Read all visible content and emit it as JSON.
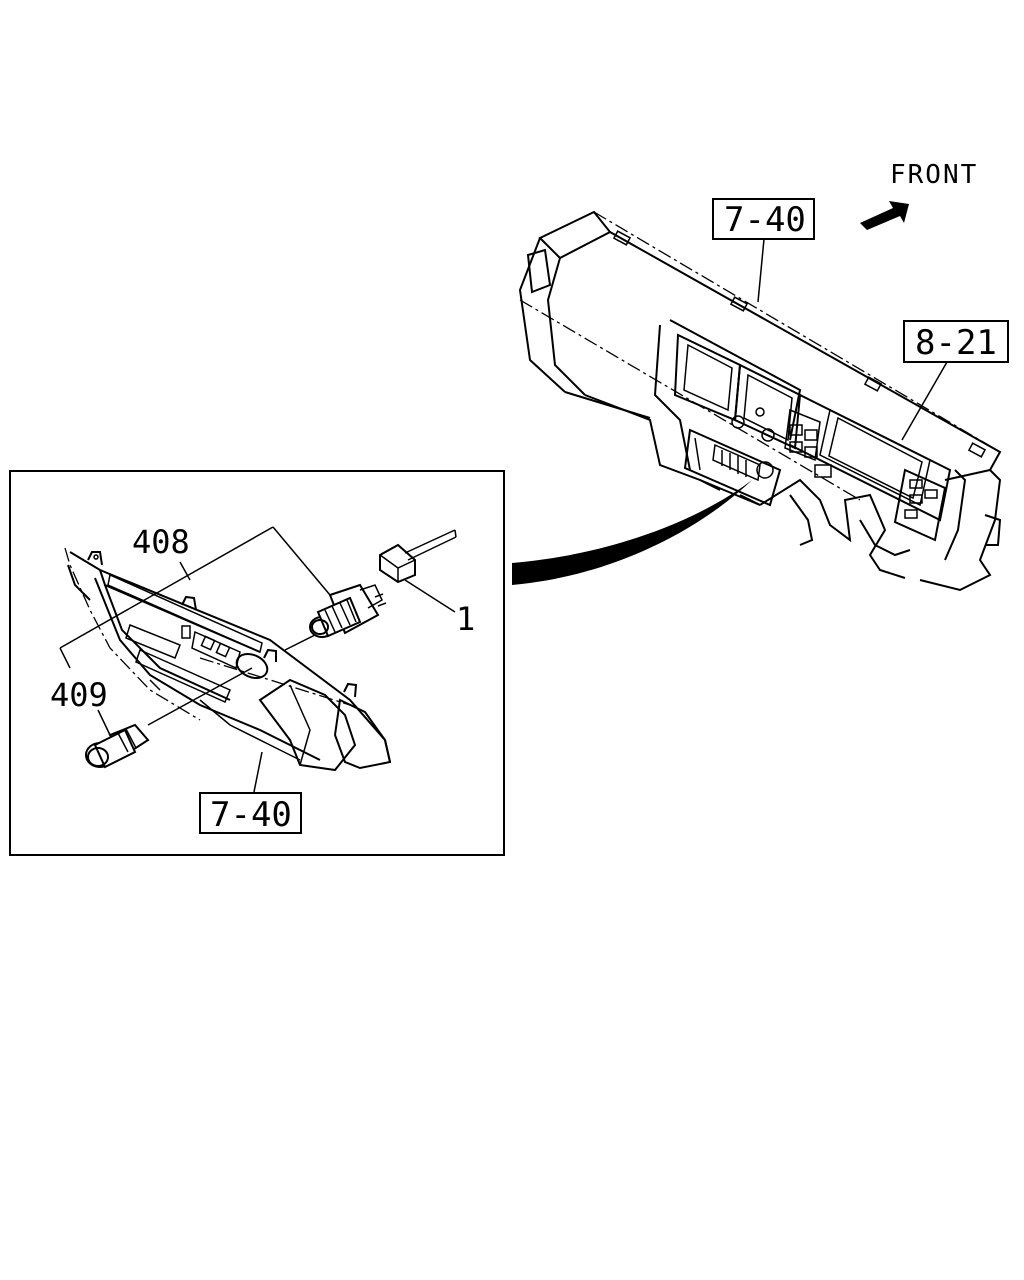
{
  "labels": {
    "front": "FRONT",
    "ref_top": "7-40",
    "ref_right": "8-21",
    "ref_bottom": "7-40",
    "part_408": "408",
    "part_409": "409",
    "part_1": "1"
  },
  "icons": {
    "front_arrow": "arrow-icon"
  }
}
